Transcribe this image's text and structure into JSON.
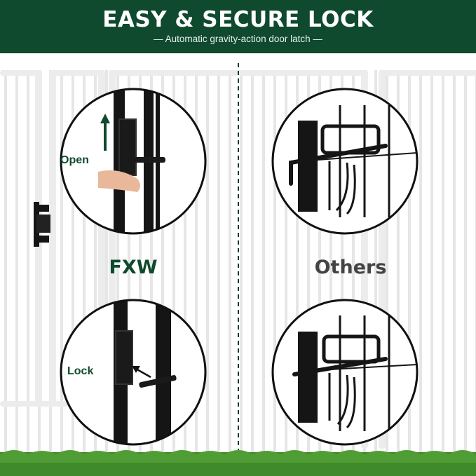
{
  "header": {
    "title": "EASY & SECURE LOCK",
    "subtitle": "— Automatic gravity-action door latch —"
  },
  "comparison": {
    "left_label": "FXW",
    "right_label": "Others",
    "open_label": "Open",
    "lock_label": "Lock"
  },
  "colors": {
    "brand_green": "#0f4a2e",
    "grass_green": "#3f8a2a",
    "fence_white": "#f2f2f2",
    "metal_black": "#151515"
  }
}
